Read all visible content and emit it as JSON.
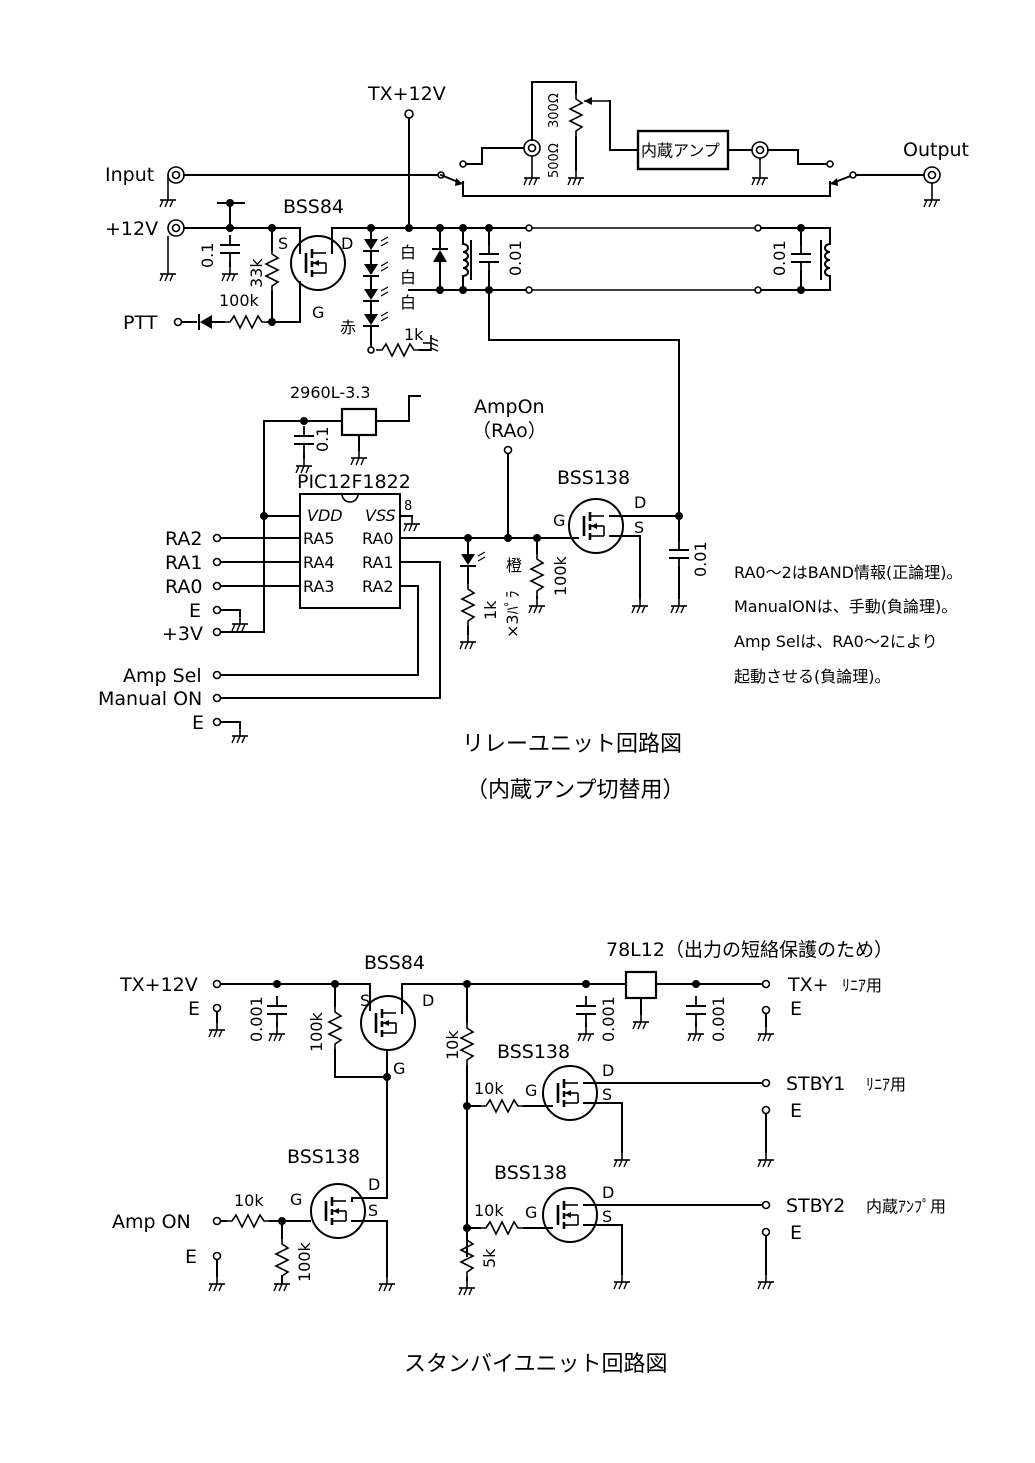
{
  "relay": {
    "tx12v": "TX+12V",
    "input": "Input",
    "output": "Output",
    "plus12v": "+12V",
    "ptt": "PTT",
    "bss84": "BSS84",
    "c01a": "0.1",
    "r33k": "33k",
    "r100k": "100k",
    "pin_s": "S",
    "pin_d": "D",
    "pin_g": "G",
    "led_white": "白",
    "led_red": "赤",
    "r1k": "1k",
    "c001a": "0.01",
    "c001b": "0.01",
    "res_500": "500Ω",
    "res_300": "300Ω",
    "amp_box": "内蔵アンプ",
    "reg": "2960L-3.3",
    "c01b": "0.1",
    "pic": "PIC12F1822",
    "vdd": "VDD",
    "vss": "VSS",
    "pin8": "8",
    "ra5": "RA5",
    "ra4": "RA4",
    "ra3": "RA3",
    "ra0p": "RA0",
    "ra1p": "RA1",
    "ra2p": "RA2",
    "in_ra2": "RA2",
    "in_ra1": "RA1",
    "in_ra0": "RA0",
    "in_e": "E",
    "in_3v": "+3V",
    "amp_sel": "Amp Sel",
    "manual_on": "Manual ON",
    "e2": "E",
    "ampon": "AmpOn",
    "ampon_sub": "（RAo）",
    "bss138": "BSS138",
    "led_orange": "橙",
    "r1k2": "1k",
    "x3": "×3ﾊﾟﾗ",
    "r100k2": "100k",
    "c001c": "0.01",
    "note1": "RA0～2はBAND情報(正論理)。",
    "note2": "ManualONは、手動(負論理)。",
    "note3": "Amp Selは、RA0～2により",
    "note4": "起動させる(負論理)。",
    "title": "リレーユニット回路図",
    "subtitle": "（内蔵アンプ切替用）"
  },
  "standby": {
    "tx12v": "TX+12V",
    "e": "E",
    "c0001a": "0.001",
    "r100k": "100k",
    "bss84": "BSS84",
    "reg": "78L12（出力の短絡保護のため）",
    "c0001b": "0.001",
    "c0001c": "0.001",
    "out_tx": "TX+",
    "out_tx_sub": "ﾘﾆｱ用",
    "out_e1": "E",
    "r10k": "10k",
    "q1": "BSS138",
    "r10k_a": "10k",
    "stby1": "STBY1",
    "stby1_sub": "ﾘﾆｱ用",
    "out_e2": "E",
    "q2": "BSS138",
    "r10k_b": "10k",
    "r5k": "5k",
    "stby2": "STBY2",
    "stby2_sub": "内蔵ｱﾝﾌﾟ用",
    "out_e3": "E",
    "q3": "BSS138",
    "ampon": "Amp ON",
    "e2": "E",
    "r10k_c": "10k",
    "r100k_c": "100k",
    "pin_s": "S",
    "pin_d": "D",
    "pin_g": "G",
    "title": "スタンバイユニット回路図"
  }
}
